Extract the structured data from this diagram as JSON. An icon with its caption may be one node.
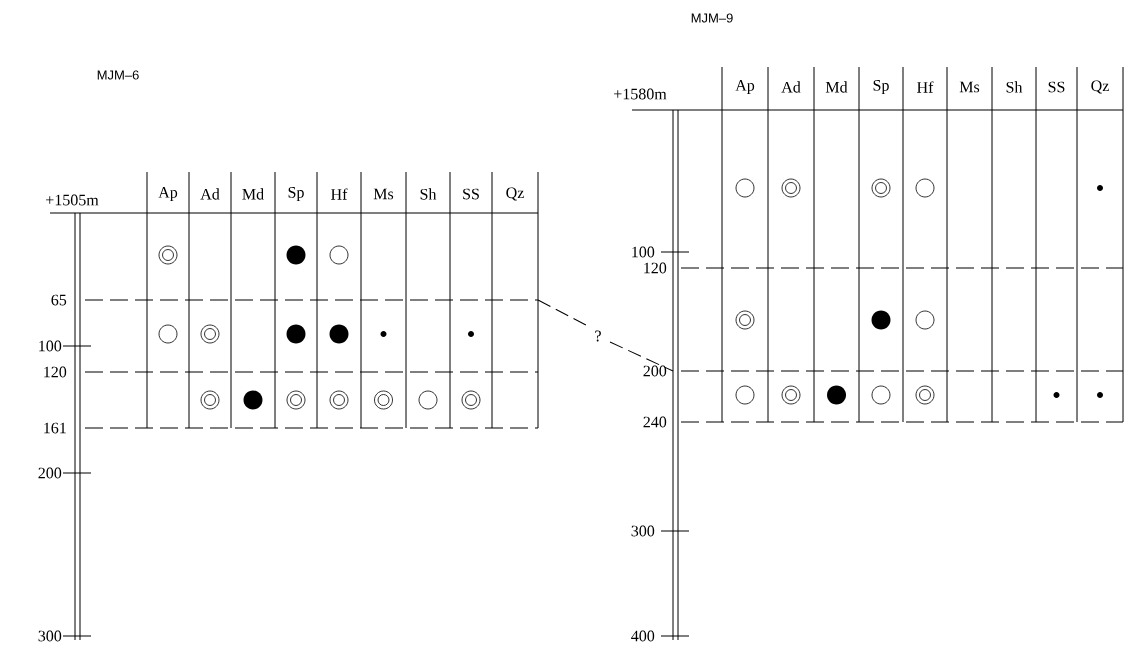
{
  "diagram": {
    "labels": [
      "MJM–6",
      "+1505m",
      "Ap",
      "Ad",
      "Md",
      "Sp",
      "Hf",
      "Ms",
      "Sh",
      "SS",
      "Qz",
      "65",
      "100",
      "120",
      "161",
      "200",
      "300",
      "?",
      "MJM–9",
      "+1580m",
      "Ap",
      "Ad",
      "Md",
      "Sp",
      "Hf",
      "Ms",
      "Sh",
      "SS",
      "Qz",
      "100",
      "120",
      "200",
      "240",
      "300",
      "400"
    ]
  }
}
